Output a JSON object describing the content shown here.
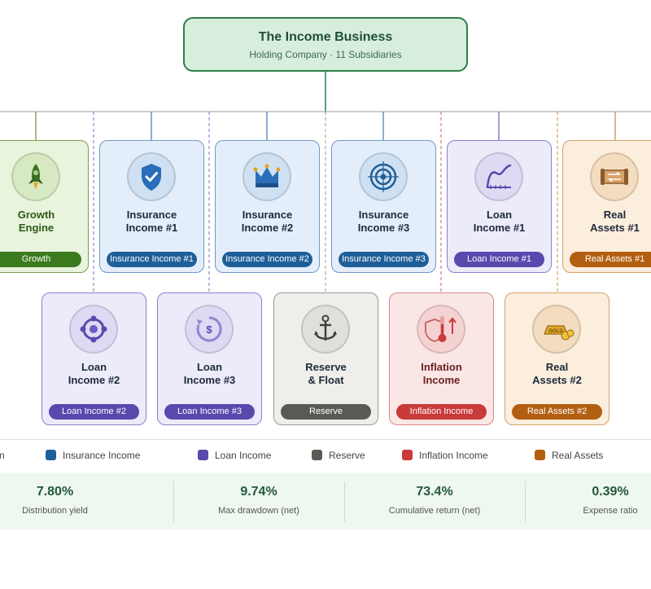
{
  "root": {
    "title": "The Income Business",
    "subtitle": "Holding Company · 11 Subsidiaries"
  },
  "colors": {
    "growth": "#3b7a1e",
    "insurance": "#1f5f99",
    "loan": "#5849ad",
    "reserve": "#5a5a55",
    "inflation": "#c93a3a",
    "real_assets": "#b35f12"
  },
  "nodes": [
    {
      "id": "growth-engine",
      "title": [
        "Growth",
        "Engine"
      ],
      "pill": "Growth",
      "icon": "rocket-icon",
      "category": "growth"
    },
    {
      "id": "insurance-income-1",
      "title": [
        "Insurance",
        "Income #1"
      ],
      "pill": "Insurance Income #1",
      "icon": "shield-check-icon",
      "category": "insurance"
    },
    {
      "id": "insurance-income-2",
      "title": [
        "Insurance",
        "Income #2"
      ],
      "pill": "Insurance Income #2",
      "icon": "crown-icon",
      "category": "insurance"
    },
    {
      "id": "insurance-income-3",
      "title": [
        "Insurance",
        "Income #3"
      ],
      "pill": "Insurance Income #3",
      "icon": "target-icon",
      "category": "insurance"
    },
    {
      "id": "loan-income-1",
      "title": [
        "Loan",
        "Income #1"
      ],
      "pill": "Loan Income #1",
      "icon": "curve-chart-icon",
      "category": "loan"
    },
    {
      "id": "real-assets-1",
      "title": [
        "Real",
        "Assets #1"
      ],
      "pill": "Real Assets #1",
      "icon": "scroll-exchange-icon",
      "category": "real_assets"
    },
    {
      "id": "loan-income-2",
      "title": [
        "Loan",
        "Income #2"
      ],
      "pill": "Loan Income #2",
      "icon": "network-hub-icon",
      "category": "loan"
    },
    {
      "id": "loan-income-3",
      "title": [
        "Loan",
        "Income #3"
      ],
      "pill": "Loan Income #3",
      "icon": "dollar-cycle-icon",
      "category": "loan"
    },
    {
      "id": "reserve-float",
      "title": [
        "Reserve",
        "& Float"
      ],
      "pill": "Reserve",
      "icon": "anchor-icon",
      "category": "reserve"
    },
    {
      "id": "inflation-income",
      "title": [
        "Inflation",
        "Income"
      ],
      "pill": "Inflation Income",
      "icon": "thermometer-shield-icon",
      "category": "inflation"
    },
    {
      "id": "real-assets-2",
      "title": [
        "Real",
        "Assets #2"
      ],
      "pill": "Real Assets #2",
      "icon": "gold-bar-icon",
      "category": "real_assets"
    }
  ],
  "legend": [
    {
      "label": "n",
      "category": "growth"
    },
    {
      "label": "Insurance Income",
      "category": "insurance"
    },
    {
      "label": "Loan Income",
      "category": "loan"
    },
    {
      "label": "Reserve",
      "category": "reserve"
    },
    {
      "label": "Inflation Income",
      "category": "inflation"
    },
    {
      "label": "Real Assets",
      "category": "real_assets"
    }
  ],
  "stats": [
    {
      "value": "7.80%",
      "label": "Distribution yield"
    },
    {
      "value": "9.74%",
      "label": "Max drawdown (net)"
    },
    {
      "value": "73.4%",
      "label": "Cumulative return (net)"
    },
    {
      "value": "0.39%",
      "label": "Expense ratio"
    }
  ]
}
